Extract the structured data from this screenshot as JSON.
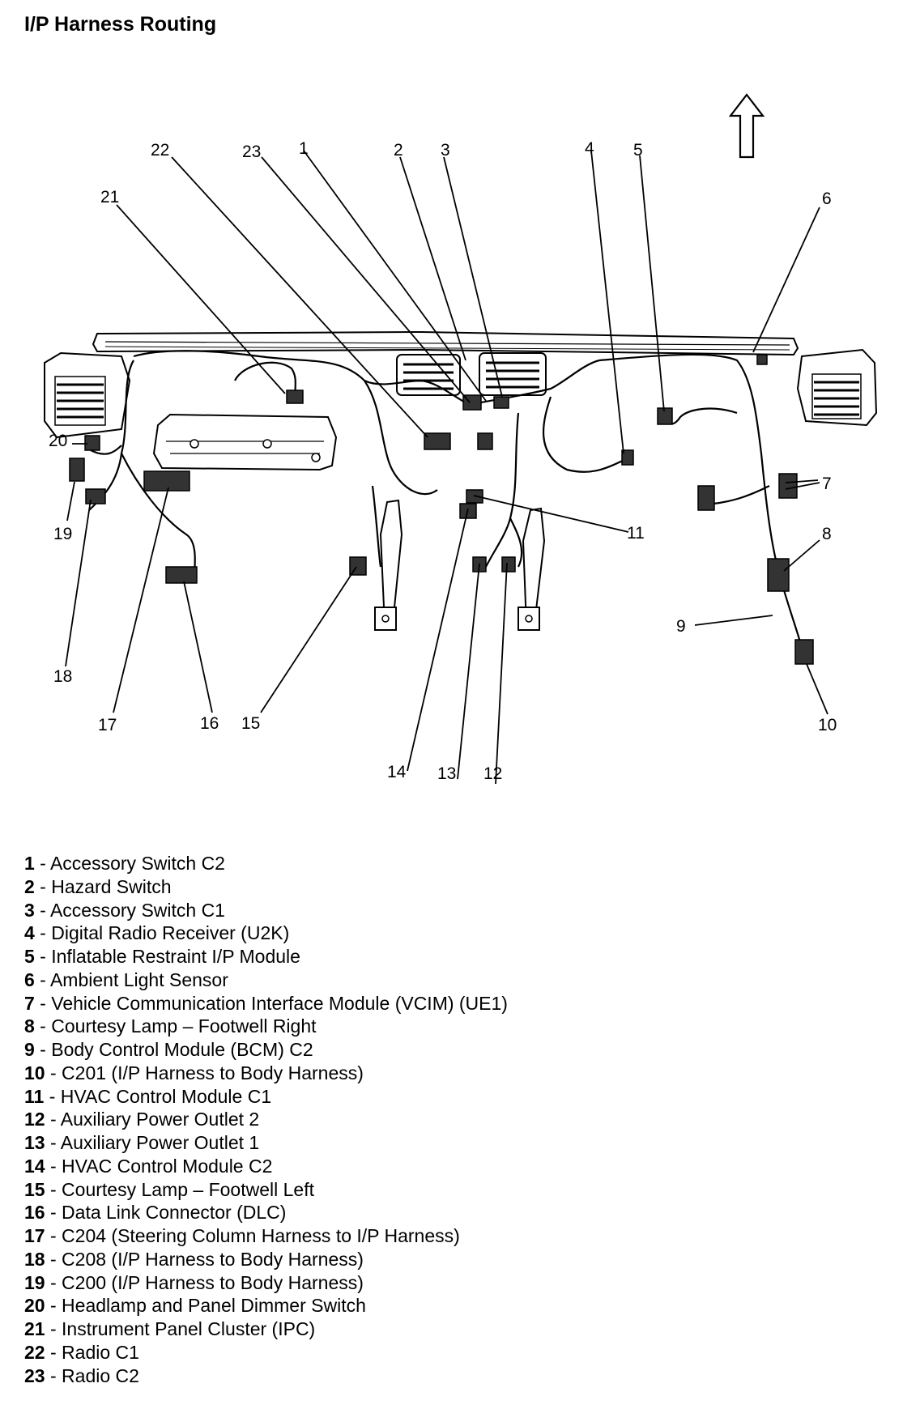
{
  "title": "I/P Harness Routing",
  "callouts": [
    "1",
    "2",
    "3",
    "4",
    "5",
    "6",
    "7",
    "8",
    "9",
    "10",
    "11",
    "12",
    "13",
    "14",
    "15",
    "16",
    "17",
    "18",
    "19",
    "20",
    "21",
    "22",
    "23"
  ],
  "legend": [
    {
      "num": "1",
      "sep": " - ",
      "text": "Accessory Switch C2"
    },
    {
      "num": "2",
      "sep": " - ",
      "text": "Hazard Switch"
    },
    {
      "num": "3",
      "sep": " - ",
      "text": "Accessory Switch C1"
    },
    {
      "num": "4",
      "sep": " - ",
      "text": "Digital Radio Receiver (U2K)"
    },
    {
      "num": "5",
      "sep": " - ",
      "text": "Inflatable Restraint I/P Module"
    },
    {
      "num": "6",
      "sep": " - ",
      "text": "Ambient Light Sensor"
    },
    {
      "num": "7",
      "sep": " - ",
      "text": "Vehicle Communication Interface Module (VCIM) (UE1)"
    },
    {
      "num": "8",
      "sep": " - ",
      "text": "Courtesy Lamp – Footwell Right"
    },
    {
      "num": "9",
      "sep": " - ",
      "text": "Body Control Module (BCM) C2"
    },
    {
      "num": "10",
      "sep": " - ",
      "text": "C201 (I/P Harness to Body Harness)"
    },
    {
      "num": "11",
      "sep": " - ",
      "text": "HVAC Control Module C1"
    },
    {
      "num": "12",
      "sep": " - ",
      "text": "Auxiliary Power Outlet 2"
    },
    {
      "num": "13",
      "sep": " - ",
      "text": "Auxiliary Power Outlet 1"
    },
    {
      "num": "14",
      "sep": " - ",
      "text": "HVAC Control Module C2"
    },
    {
      "num": "15",
      "sep": " - ",
      "text": "Courtesy Lamp – Footwell Left"
    },
    {
      "num": "16",
      "sep": " - ",
      "text": "Data Link Connector (DLC)"
    },
    {
      "num": "17",
      "sep": " - ",
      "text": "C204 (Steering Column Harness to I/P Harness)"
    },
    {
      "num": "18",
      "sep": " - ",
      "text": "C208 (I/P Harness to Body Harness)"
    },
    {
      "num": "19",
      "sep": " - ",
      "text": "C200 (I/P Harness to Body Harness)"
    },
    {
      "num": "20",
      "sep": " - ",
      "text": "Headlamp and Panel Dimmer Switch"
    },
    {
      "num": "21",
      "sep": " - ",
      "text": "Instrument Panel Cluster (IPC)"
    },
    {
      "num": "22",
      "sep": " - ",
      "text": "Radio C1"
    },
    {
      "num": "23",
      "sep": " - ",
      "text": "Radio C2"
    }
  ]
}
